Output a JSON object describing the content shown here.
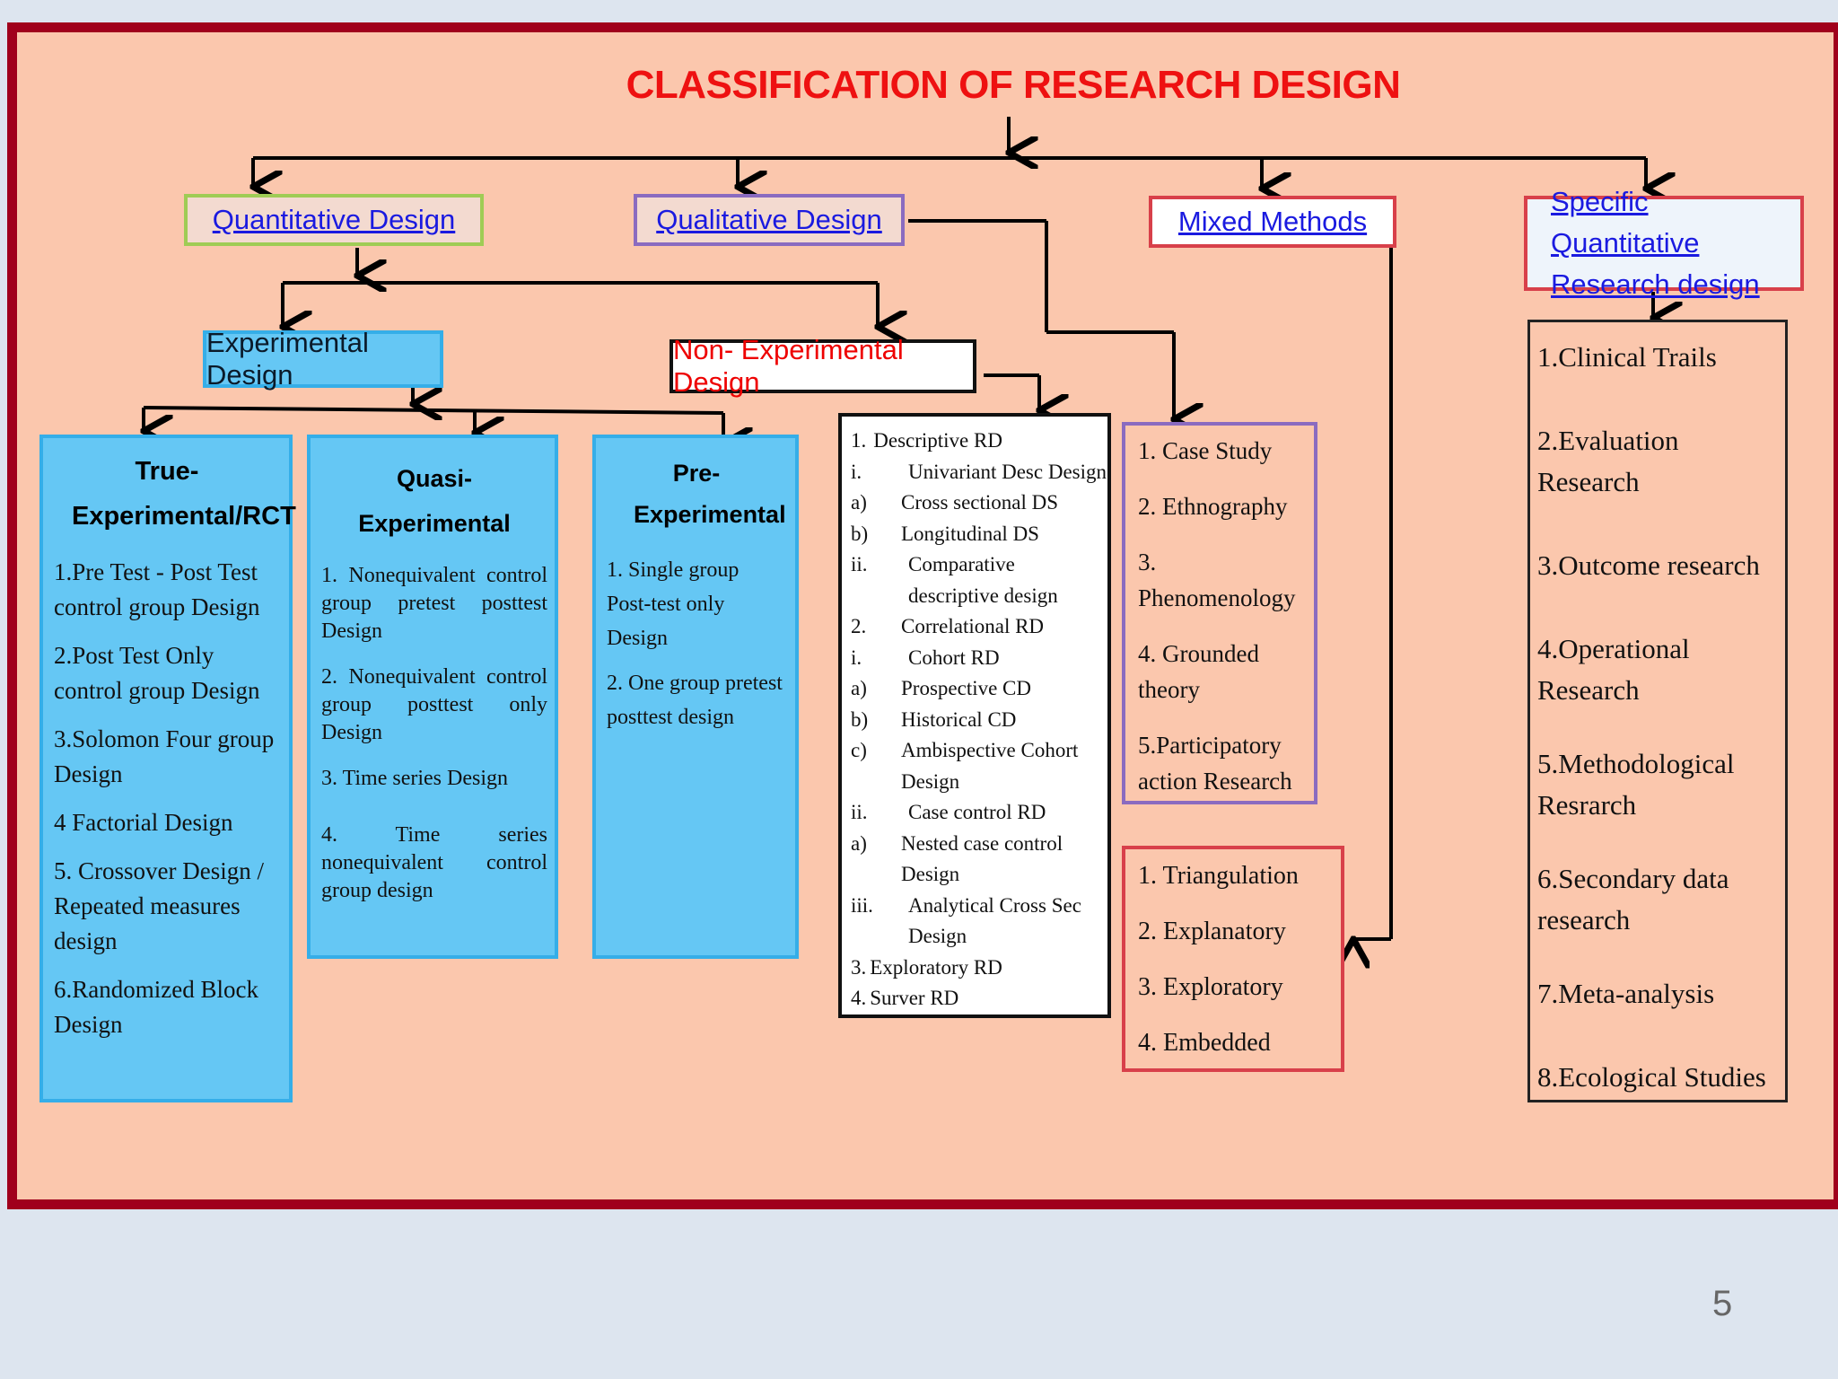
{
  "title": "CLASSIFICATION OF RESEARCH DESIGN",
  "headers": {
    "quantitative": "Quantitative Design",
    "qualitative": "Qualitative Design",
    "mixed": "Mixed Methods",
    "specific": "Specific Quantitative Research design",
    "experimental": "Experimental Design",
    "non_experimental": "Non- Experimental Design"
  },
  "true_experimental": {
    "title": "True- Experimental/RCT",
    "items": [
      "1.Pre Test - Post Test control group Design",
      "2.Post Test Only control group Design",
      "3.Solomon Four group Design",
      "4 Factorial Design",
      "5. Crossover Design / Repeated measures design",
      "6.Randomized Block Design"
    ]
  },
  "quasi_experimental": {
    "title": "Quasi- Experimental",
    "items": [
      "1. Nonequivalent control group pretest posttest Design",
      "2. Nonequivalent control group posttest only Design",
      "3. Time series Design",
      "4. Time series nonequivalent control group design"
    ]
  },
  "pre_experimental": {
    "title": "Pre- Experimental",
    "items": [
      "1. Single group Post-test only Design",
      "2. One group pretest posttest design"
    ]
  },
  "non_experimental_list": [
    {
      "m": "1.",
      "t": "Descriptive RD",
      "lvl": 0
    },
    {
      "m": "i.",
      "t": "Univariant Desc Design",
      "lvl": 1
    },
    {
      "m": "a)",
      "t": "Cross sectional DS",
      "lvl": 0
    },
    {
      "m": "b)",
      "t": "Longitudinal DS",
      "lvl": 0
    },
    {
      "m": "ii.",
      "t": "Comparative descriptive design",
      "lvl": 1
    },
    {
      "m": "2.",
      "t": "Correlational RD",
      "lvl": 0
    },
    {
      "m": "i.",
      "t": "Cohort RD",
      "lvl": 1
    },
    {
      "m": "a)",
      "t": "Prospective CD",
      "lvl": 0
    },
    {
      "m": "b)",
      "t": "Historical CD",
      "lvl": 0
    },
    {
      "m": "c)",
      "t": "Ambispective Cohort Design",
      "lvl": 0
    },
    {
      "m": "ii.",
      "t": "Case control RD",
      "lvl": 1
    },
    {
      "m": "a)",
      "t": "Nested case control Design",
      "lvl": 0
    },
    {
      "m": "iii.",
      "t": "Analytical Cross Sec Design",
      "lvl": 1
    },
    {
      "m": "3.",
      "t": "Exploratory RD",
      "lvl": 2
    },
    {
      "m": "4.",
      "t": "Surver RD",
      "lvl": 2
    }
  ],
  "qualitative_list": [
    "1. Case Study",
    "2. Ethnography",
    "3. Phenomenology",
    "4. Grounded theory",
    "5.Participatory action Research"
  ],
  "mixed_list": [
    "1. Triangulation",
    "2. Explanatory",
    "3. Exploratory",
    "4. Embedded"
  ],
  "specific_list": [
    "1.Clinical Trails",
    "2.Evaluation Research",
    "3.Outcome research",
    "4.Operational Research",
    "5.Methodological Resrarch",
    "6.Secondary data research",
    "7.Meta-analysis",
    "8.Ecological Studies"
  ],
  "page_number": "5",
  "colors": {
    "frame": "#a0001c",
    "panel": "#fbc7ad",
    "blue_box": "#65c7f4",
    "title_red": "#ee1111",
    "link_blue": "#1a1ae0"
  }
}
